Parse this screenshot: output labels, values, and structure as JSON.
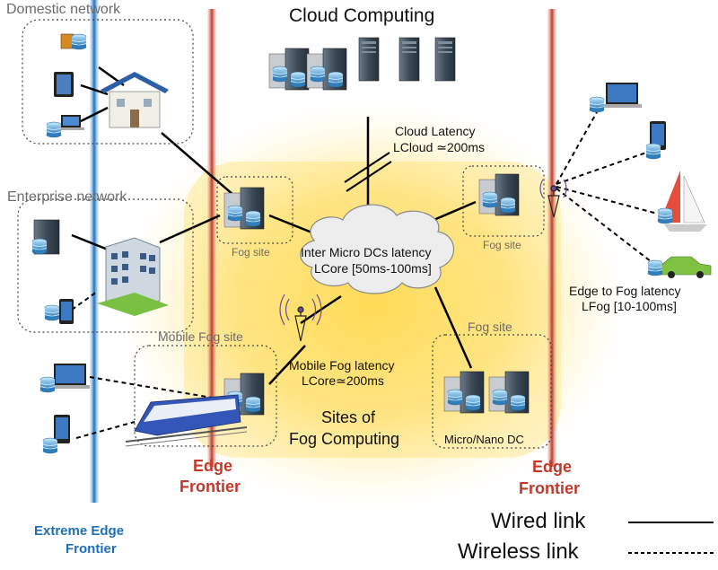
{
  "title": "Cloud Computing",
  "cloud_latency": {
    "title": "Cloud Latency",
    "value": "LCloud ≃200ms"
  },
  "inter_dc": {
    "title": "Inter Micro DCs latency",
    "value": "LCore [50ms-100ms]"
  },
  "edge_to_fog": {
    "title": "Edge to Fog latency",
    "value": "LFog [10-100ms]"
  },
  "mobile_fog_latency": {
    "title": "Mobile Fog latency",
    "value": "LCore≃200ms"
  },
  "domestic_network": "Domestic network",
  "enterprise_network": "Enterprise network",
  "mobile_fog_site": "Mobile Fog site",
  "fog_site_left": "Fog site",
  "fog_site_right": "Fog site",
  "fog_site_bottom": "Fog site",
  "micro_nano_dc": "Micro/Nano DC",
  "sites_of_fog": {
    "line1": "Sites of",
    "line2": "Fog Computing"
  },
  "edge_frontier_left": {
    "line1": "Edge",
    "line2": "Frontier"
  },
  "edge_frontier_right": {
    "line1": "Edge",
    "line2": "Frontier"
  },
  "extreme_edge": {
    "line1": "Extreme Edge",
    "line2": "Frontier"
  },
  "legend": {
    "wired": "Wired link",
    "wireless": "Wireless link"
  },
  "colors": {
    "edge_frontier": "#c0392b",
    "extreme_edge": "#1f6fb8",
    "fog_glow": "#ffd84a",
    "server": "#3c4a57"
  },
  "icons": [
    "server-rack-icon",
    "house-icon",
    "office-building-icon",
    "tablet-icon",
    "laptop-icon",
    "smartphone-icon",
    "sailboat-icon",
    "car-icon",
    "train-icon",
    "antenna-tower-icon",
    "network-cloud-icon"
  ]
}
